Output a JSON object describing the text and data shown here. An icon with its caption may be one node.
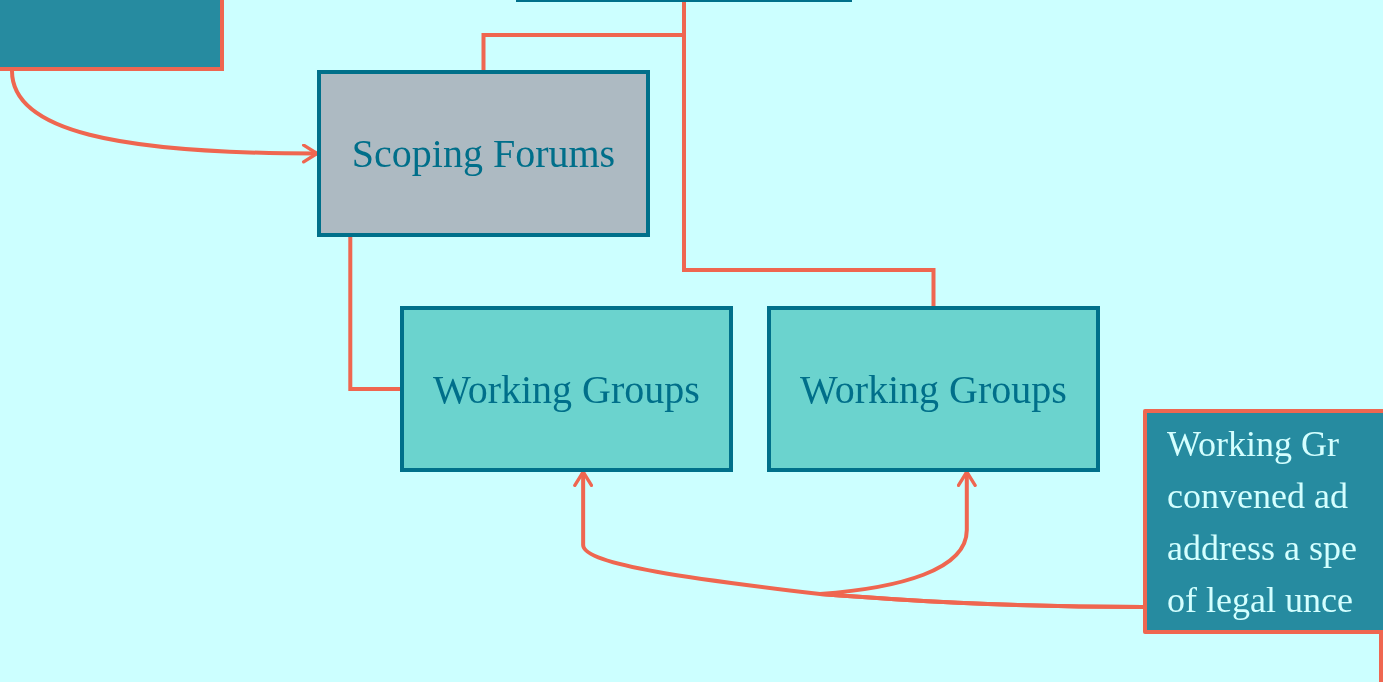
{
  "diagram": {
    "nodes": [
      {
        "text": [],
        "shape": "box"
      },
      {
        "text": [],
        "shape": "box"
      },
      {
        "text": [
          "Scoping Forums"
        ]
      },
      {
        "text": [
          "Working Groups"
        ]
      },
      {
        "text": [
          "Working Groups"
        ]
      },
      {
        "text": [
          "Working Gr convened ad address a spe of legal unce"
        ]
      }
    ],
    "edges": [
      {
        "from": 0,
        "to": 2,
        "arrow": "to"
      },
      {
        "from": 1,
        "to": 2,
        "arrow": "none"
      },
      {
        "from": 1,
        "to": 4,
        "arrow": "none"
      },
      {
        "from": 2,
        "to": 3,
        "arrow": "none"
      },
      {
        "from": 5,
        "to": 3,
        "arrow": "to"
      },
      {
        "from": 5,
        "to": 4,
        "arrow": "to"
      },
      {
        "from": 5,
        "to": null,
        "arrow": "none"
      }
    ]
  }
}
